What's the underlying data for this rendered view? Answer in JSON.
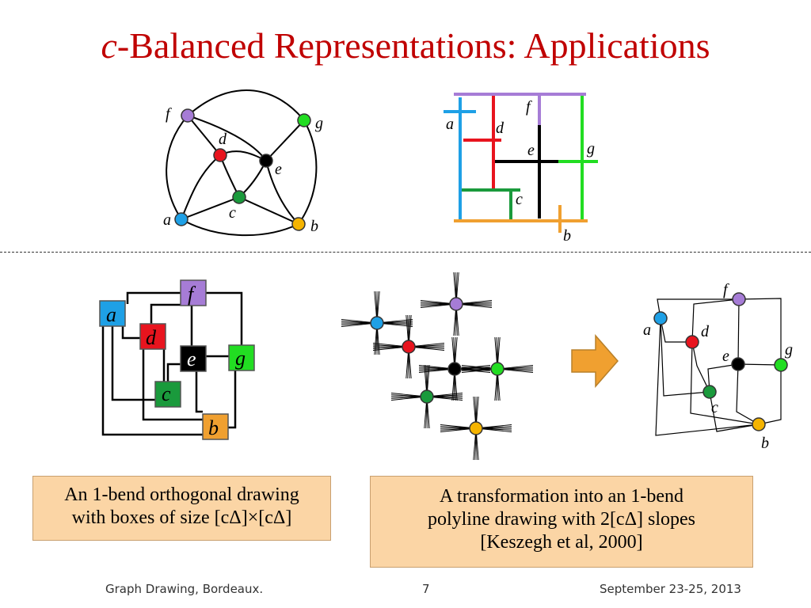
{
  "title": {
    "italic_prefix": "c",
    "rest": "-Balanced Representations: Applications"
  },
  "vertex_labels": {
    "a": "a",
    "b": "b",
    "c": "c",
    "d": "d",
    "e": "e",
    "f": "f",
    "g": "g"
  },
  "colors": {
    "title": "#c00000",
    "a": "#1ea0e6",
    "b": "#f5b400",
    "c": "#1a9a3c",
    "d": "#e8141e",
    "e": "#000000",
    "f": "#a67cd6",
    "g": "#22dd22",
    "arrow": "#f0a030",
    "caption_bg": "#fbd5a5"
  },
  "captions": {
    "left": {
      "line1": "An 1-bend orthogonal drawing",
      "line2": "with boxes of size [cΔ]×[cΔ]"
    },
    "right": {
      "line1": "A transformation into an 1-bend",
      "line2": "polyline drawing with 2[cΔ] slopes",
      "line3": "[Keszegh et al, 2000]"
    }
  },
  "footer": {
    "left": "Graph Drawing, Bordeaux.",
    "page": "7",
    "right": "September 23-25, 2013"
  },
  "icons": {
    "arrow": "right-arrow-icon"
  }
}
